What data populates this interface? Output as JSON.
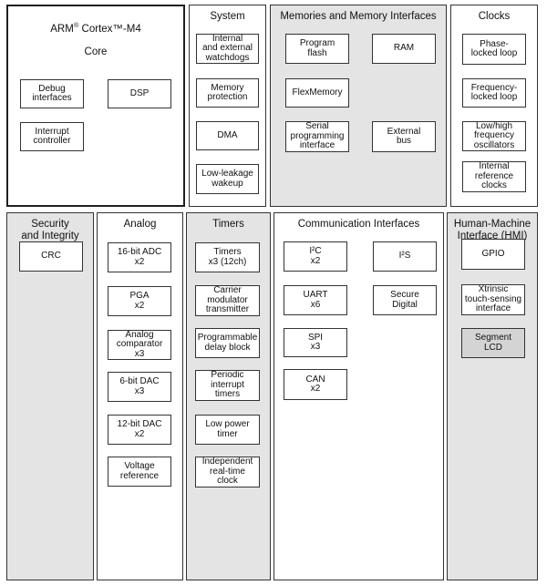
{
  "colors": {
    "background": "#ffffff",
    "panel_fill_gray": "#e4e4e4",
    "panel_fill_white": "#ffffff",
    "block_fill": "#ffffff",
    "segment_lcd_fill": "#d4d4d4",
    "border": "#333333",
    "text": "#111111"
  },
  "panels": [
    {
      "id": "arm-core",
      "title": {
        "t1": "ARM",
        "reg": "®",
        "t2": " Cortex™-M4",
        "t3": "Core"
      },
      "boxes": [
        {
          "label": "Debug\ninterfaces"
        },
        {
          "label": "DSP"
        },
        {
          "label": "Interrupt\ncontroller"
        }
      ]
    },
    {
      "id": "system",
      "title": "System",
      "boxes": [
        {
          "label": "Internal\nand external\nwatchdogs"
        },
        {
          "label": "Memory\nprotection"
        },
        {
          "label": "DMA"
        },
        {
          "label": "Low-leakage\nwakeup"
        }
      ]
    },
    {
      "id": "memories",
      "title": "Memories and Memory Interfaces",
      "boxes": [
        {
          "label": "Program\nflash"
        },
        {
          "label": "RAM"
        },
        {
          "label": "FlexMemory"
        },
        {
          "label": "Serial\nprogramming\ninterface"
        },
        {
          "label": "External\nbus"
        }
      ]
    },
    {
      "id": "clocks",
      "title": "Clocks",
      "boxes": [
        {
          "label": "Phase-\nlocked loop"
        },
        {
          "label": "Frequency-\nlocked loop"
        },
        {
          "label": "Low/high\nfrequency\noscillators"
        },
        {
          "label": "Internal\nreference\nclocks"
        }
      ]
    },
    {
      "id": "security",
      "title": "Security\nand Integrity",
      "boxes": [
        {
          "label": "CRC"
        }
      ]
    },
    {
      "id": "analog",
      "title": "Analog",
      "boxes": [
        {
          "label": "16-bit ADC\nx2"
        },
        {
          "label": "PGA\nx2"
        },
        {
          "label": "Analog\ncomparator\nx3"
        },
        {
          "label": "6-bit DAC\nx3"
        },
        {
          "label": "12-bit DAC\nx2"
        },
        {
          "label": "Voltage\nreference"
        }
      ]
    },
    {
      "id": "timers",
      "title": "Timers",
      "boxes": [
        {
          "label": "Timers\nx3 (12ch)"
        },
        {
          "label": "Carrier\nmodulator\ntransmitter"
        },
        {
          "label": "Programmable\ndelay block"
        },
        {
          "label": "Periodic\ninterrupt\ntimers"
        },
        {
          "label": "Low power\ntimer"
        },
        {
          "label": "Independent\nreal-time\nclock"
        }
      ]
    },
    {
      "id": "communication",
      "title": "Communication Interfaces",
      "boxes": [
        {
          "label": "I²C\nx2"
        },
        {
          "label": "UART\nx6"
        },
        {
          "label": "SPI\nx3"
        },
        {
          "label": "CAN\nx2"
        },
        {
          "label": "I²S"
        },
        {
          "label": "Secure\nDigital"
        }
      ]
    },
    {
      "id": "hmi",
      "title": "Human-Machine\nInterface (HMI)",
      "boxes": [
        {
          "label": "GPIO"
        },
        {
          "label": "Xtrinsic\ntouch-sensing\ninterface"
        },
        {
          "label": "Segment\nLCD"
        }
      ]
    }
  ]
}
